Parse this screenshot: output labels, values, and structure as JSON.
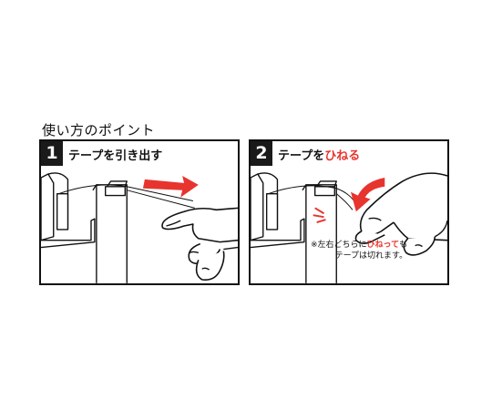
{
  "heading": "使い方のポイント",
  "steps": [
    {
      "number": "1",
      "text": "テープを引き出す"
    },
    {
      "number": "2",
      "text_before": "テープを",
      "text_accent": "ひねる"
    }
  ],
  "note": {
    "line1_before": "※左右どちらに",
    "line1_accent": "ひねって",
    "line1_after": "も",
    "line2": "テープは切れます。"
  },
  "colors": {
    "accent": "#e8342e",
    "ink": "#111111"
  }
}
